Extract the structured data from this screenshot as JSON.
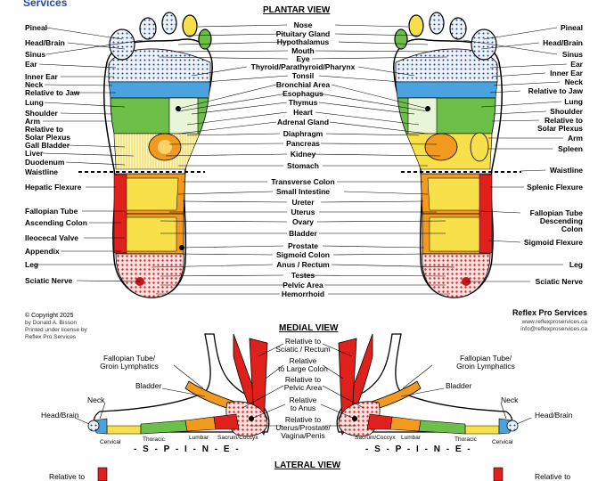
{
  "header": {
    "fragment": "Services"
  },
  "titles": {
    "plantar": "PLANTAR VIEW",
    "medial": "MEDIAL VIEW",
    "lateral": "LATERAL VIEW"
  },
  "plantar": {
    "left_labels": [
      "Pineal",
      "Head/Brain",
      "Sinus",
      "Ear",
      "Inner Ear",
      "Neck",
      "Relative to Jaw",
      "Lung",
      "Shoulder",
      "Arm",
      "Relative to",
      "Solar Plexus",
      "Gall Bladder",
      "Liver",
      "Duodenum",
      "Waistline",
      "Hepatic Flexure",
      "Fallopian Tube",
      "Ascending Colon",
      "Ileocecal Valve",
      "Appendix",
      "Leg",
      "Sciatic Nerve"
    ],
    "center_labels": [
      "Nose",
      "Pituitary Gland",
      "Hypothalamus",
      "Mouth",
      "Eye",
      "Thyroid/Parathyroid/Pharynx",
      "Tonsil",
      "Bronchial Area",
      "Esophagus",
      "Thymus",
      "Heart",
      "Adrenal Gland",
      "Diaphragm",
      "Pancreas",
      "Kidney",
      "Stomach",
      "Transverse Colon",
      "Small Intestine",
      "Ureter",
      "Uterus",
      "Ovary",
      "Bladder",
      "Prostate",
      "Sigmoid Colon",
      "Anus / Rectum",
      "Testes",
      "Pelvic Area",
      "Hemorrhoid"
    ],
    "right_labels": [
      "Pineal",
      "Head/Brain",
      "Sinus",
      "Ear",
      "Inner Ear",
      "Neck",
      "Relative to Jaw",
      "Lung",
      "Shoulder",
      "Relative to",
      "Solar Plexus",
      "Arm",
      "Spleen",
      "Waistline",
      "Splenic Flexure",
      "Fallopian Tube",
      "Descending",
      "Colon",
      "Sigmoid Flexure",
      "Leg",
      "Sciatic Nerve"
    ]
  },
  "credits": {
    "copyright": "© Copyright 2025",
    "author": "by Donald A. Bisson",
    "license1": "Printed under license by",
    "license2": "Reflex Pro Services"
  },
  "brand": {
    "name": "Reflex Pro Services",
    "web": "www.reflexproservices.ca",
    "email": "info@reflexproservices.ca"
  },
  "medial": {
    "center": [
      "Relative to",
      "Sciatic / Rectum",
      "Relative",
      "to Large Colon",
      "Relative to",
      "Pelvic Area",
      "Relative",
      "to Anus",
      "Relative to",
      "Uterus/Prostate/",
      "Vagina/Penis"
    ],
    "left": [
      "Fallopian Tube/",
      "Groin Lymphatics",
      "Bladder",
      "Neck",
      "Head/Brain"
    ],
    "right": [
      "Fallopian Tube/",
      "Groin Lymphatics",
      "Bladder",
      "Neck",
      "Head/Brain"
    ],
    "spine_parts": [
      "Cervical",
      "Thoracic",
      "Lumbar",
      "Sacrum/Coccyx"
    ],
    "spine_word": "- S - P - I - N - E -"
  },
  "lateral": {
    "fragment": "Relative to"
  },
  "colors": {
    "red": "#e0201c",
    "orange": "#f29a1d",
    "yellow": "#f7e04a",
    "green": "#6cc04a",
    "blue": "#4aa3df",
    "pink": "#f5b9b9"
  }
}
